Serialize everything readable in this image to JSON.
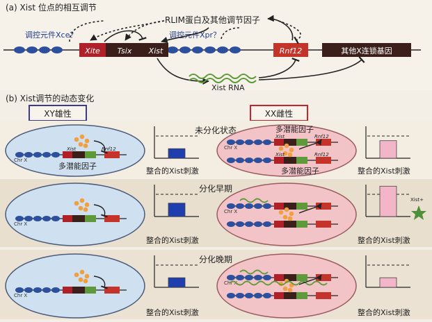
{
  "panel_a": {
    "title": "(a) Xist 位点的相互调节",
    "rlim_label": "RLIM蛋白及其他调节因子",
    "xce_label": "调控元件Xce？",
    "xpr_label": "调控元件Xpr？",
    "genes": {
      "xite": "Xite",
      "tsix": "Tsix",
      "xist": "Xist",
      "rnf12": "Rnf12"
    },
    "other_genes_label": "其他X连锁基因",
    "xist_rna_label": "Xist RNA"
  },
  "panel_b": {
    "title": "(b) Xist调节的动态变化",
    "xy_label": "XY雄性",
    "xx_label": "XX雌性",
    "chr_label": "Chr X",
    "xist_gene": "Xist",
    "rnf12_gene": "Rnf12",
    "pluripotency_factor": "多潜能因子",
    "xist_plus": "Xist+",
    "stimulus_label": "整合的Xist刺激",
    "rows": [
      {
        "stage": "未分化状态",
        "xy_level": 0.3,
        "xx_level": 0.55
      },
      {
        "stage": "分化早期",
        "xy_level": 0.42,
        "xx_level": 0.95
      },
      {
        "stage": "分化晚期",
        "xy_level": 0.3,
        "xx_level": 0.3
      }
    ]
  },
  "colors": {
    "dna_blue": "#2c4f9e",
    "xite_red": "#b02028",
    "rnf12_red": "#c4342a",
    "dark_gene": "#3a1f1a",
    "green_rna": "#5e9a3a",
    "orange_factor": "#f0a040",
    "xy_cell": "#cfe0f0",
    "xx_cell": "#f2c4c8",
    "bar_blue": "#1f3fae",
    "bar_pink": "#f2b6c8",
    "xy_box": "#3c3a8a",
    "xx_box": "#c8242a"
  }
}
